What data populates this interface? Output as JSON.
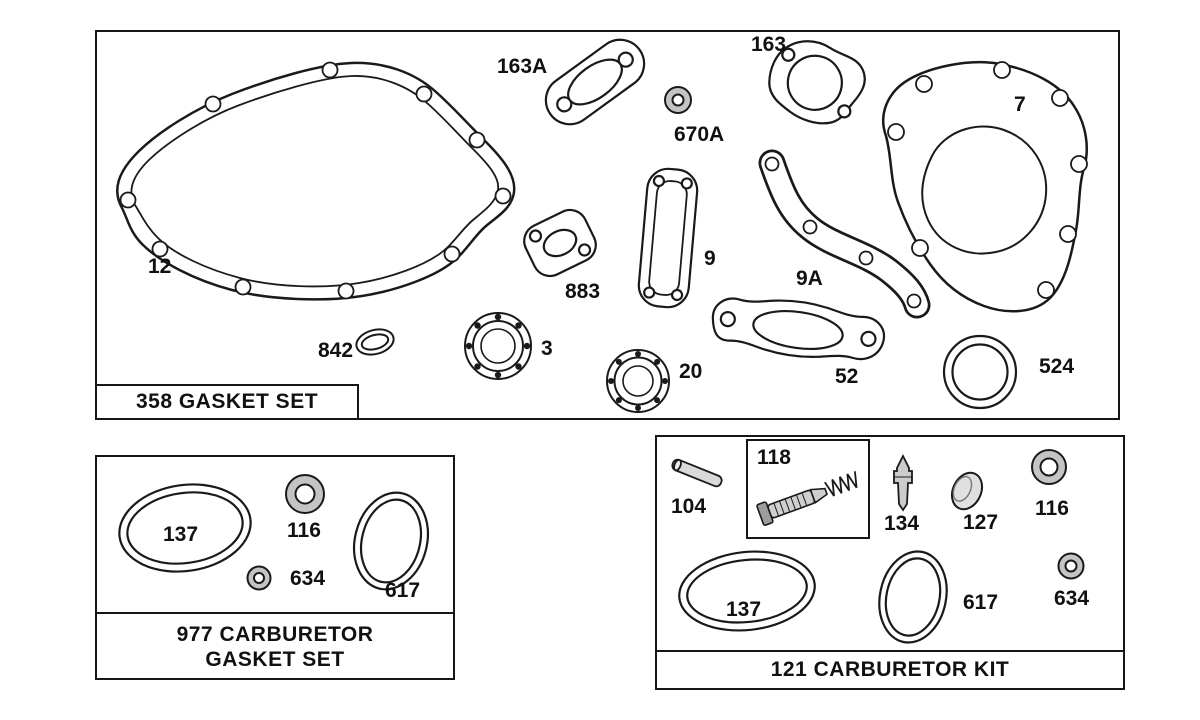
{
  "boxes": {
    "gasket_set": {
      "title": "358 GASKET SET",
      "parts": {
        "p12": "12",
        "p163a": "163A",
        "p670a": "670A",
        "p163": "163",
        "p7": "7",
        "p883": "883",
        "p9": "9",
        "p9a": "9A",
        "p842": "842",
        "p3": "3",
        "p20": "20",
        "p52": "52",
        "p524": "524"
      }
    },
    "carb_gasket_set": {
      "title_line1": "977 CARBURETOR",
      "title_line2": "GASKET SET",
      "parts": {
        "p137": "137",
        "p116": "116",
        "p634": "634",
        "p617": "617"
      }
    },
    "carb_kit": {
      "title": "121 CARBURETOR KIT",
      "parts": {
        "p104": "104",
        "p118": "118",
        "p134": "134",
        "p127": "127",
        "p116": "116",
        "p137": "137",
        "p617": "617",
        "p634": "634"
      }
    }
  },
  "colors": {
    "line": "#1a1a1a",
    "shade": "#c4c4c4",
    "background": "#ffffff"
  }
}
